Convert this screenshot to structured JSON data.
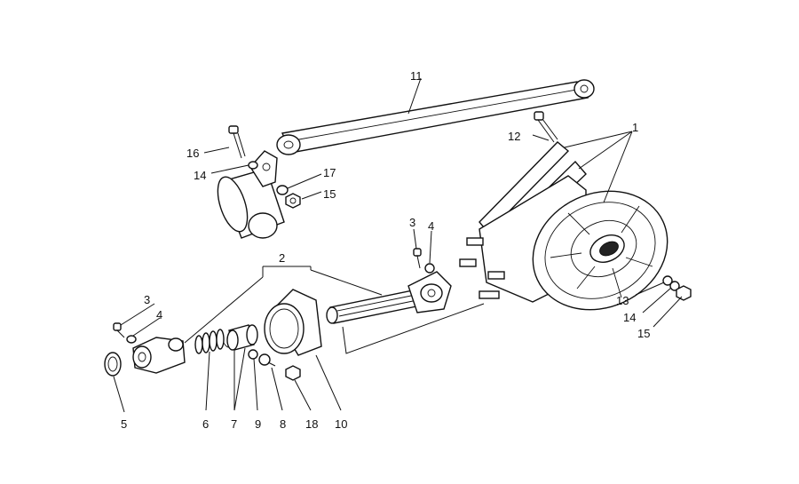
{
  "diagram": {
    "callouts": [
      {
        "id": "c11",
        "text": "11"
      },
      {
        "id": "c1",
        "text": "1"
      },
      {
        "id": "c12",
        "text": "12"
      },
      {
        "id": "c16",
        "text": "16"
      },
      {
        "id": "c14a",
        "text": "14"
      },
      {
        "id": "c17",
        "text": "17"
      },
      {
        "id": "c15a",
        "text": "15"
      },
      {
        "id": "c3a",
        "text": "3"
      },
      {
        "id": "c4a",
        "text": "4"
      },
      {
        "id": "c2",
        "text": "2"
      },
      {
        "id": "c3b",
        "text": "3"
      },
      {
        "id": "c4b",
        "text": "4"
      },
      {
        "id": "c5",
        "text": "5"
      },
      {
        "id": "c6",
        "text": "6"
      },
      {
        "id": "c7",
        "text": "7"
      },
      {
        "id": "c9",
        "text": "9"
      },
      {
        "id": "c8",
        "text": "8"
      },
      {
        "id": "c18",
        "text": "18"
      },
      {
        "id": "c10",
        "text": "10"
      },
      {
        "id": "c13",
        "text": "13"
      },
      {
        "id": "c14b",
        "text": "14"
      },
      {
        "id": "c15b",
        "text": "15"
      }
    ]
  }
}
